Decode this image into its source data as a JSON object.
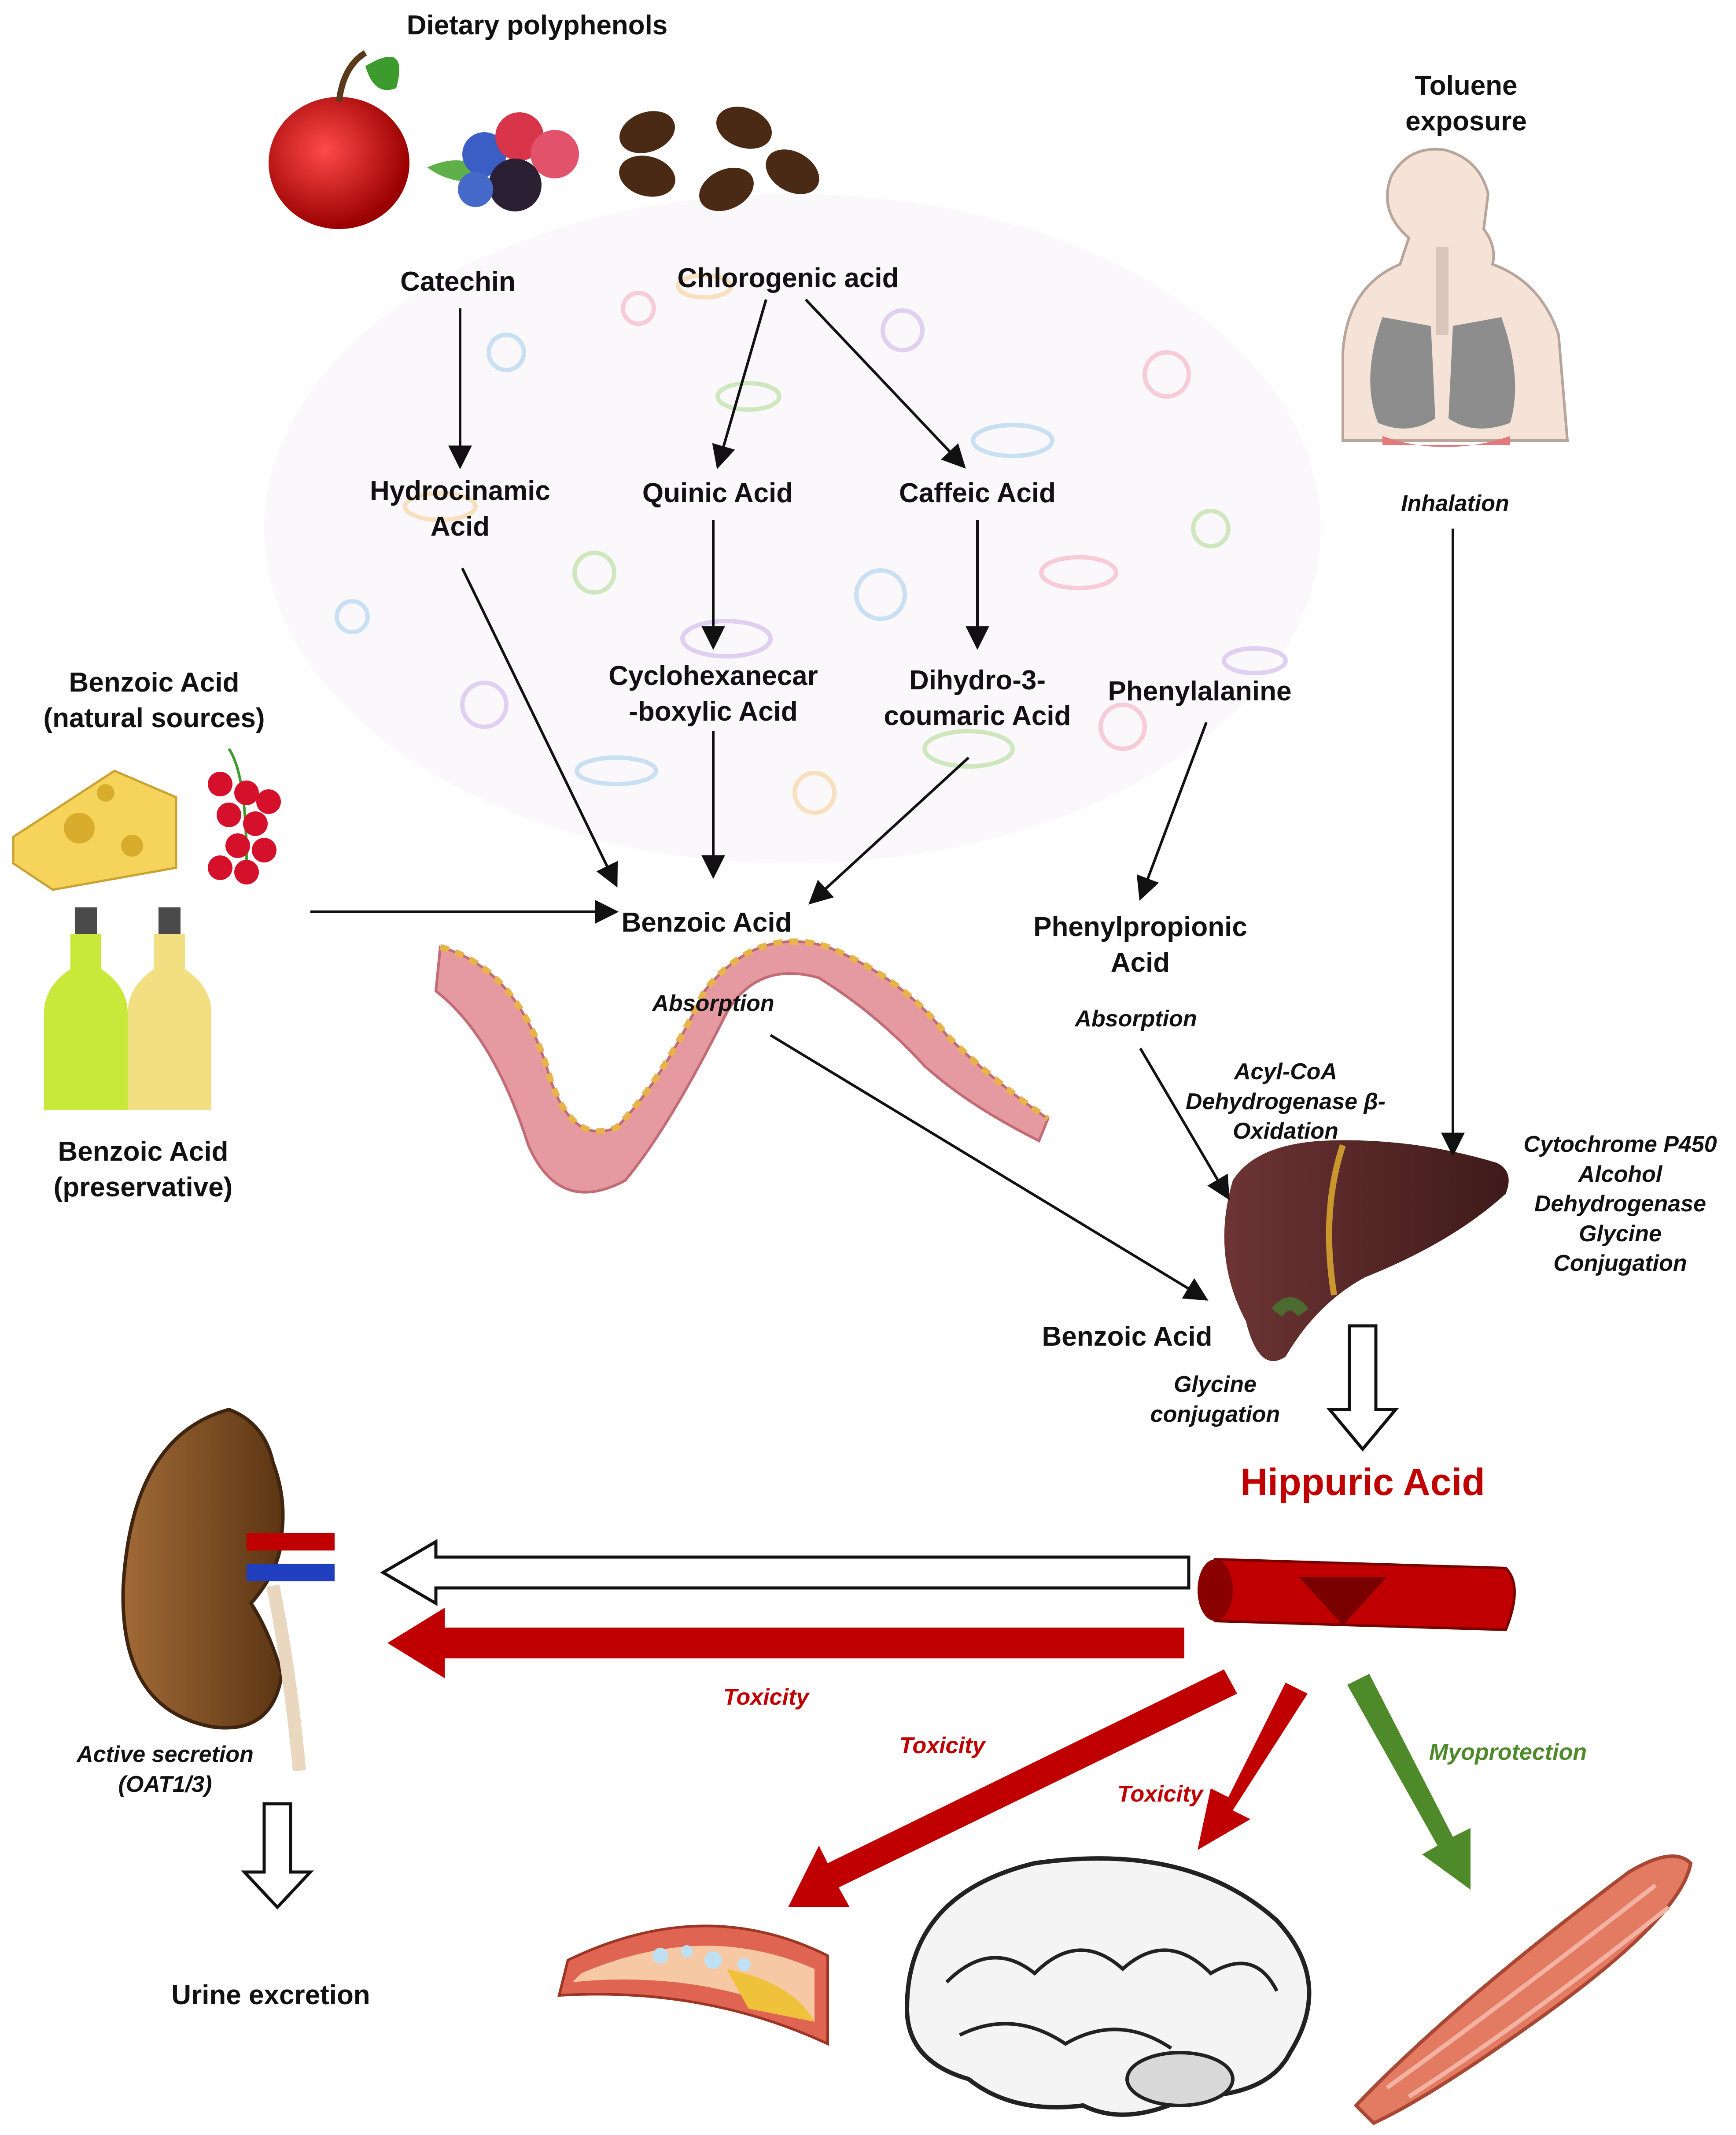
{
  "labels": {
    "dietary_polyphenols": "Dietary polyphenols",
    "toluene_exposure": [
      "Toluene",
      "exposure"
    ],
    "catechin": "Catechin",
    "chlorogenic_acid": "Chlorogenic acid",
    "hydrocinamic_acid": [
      "Hydrocinamic",
      "Acid"
    ],
    "quinic_acid": "Quinic Acid",
    "caffeic_acid": "Caffeic Acid",
    "inhalation": "Inhalation",
    "benzoic_natural": [
      "Benzoic Acid",
      "(natural sources)"
    ],
    "cyclohexanecarboxylic_acid": [
      "Cyclohexanecar",
      "-boxylic Acid"
    ],
    "dihydrocoumaric_acid": [
      "Dihydro-3-",
      "coumaric Acid"
    ],
    "phenylalanine": "Phenylalanine",
    "benzoic_acid_gut": "Benzoic Acid",
    "phenylpropionic_acid": [
      "Phenylpropionic",
      "Acid"
    ],
    "absorption_gut": "Absorption",
    "absorption_pp": "Absorption",
    "acyl_coa": [
      "Acyl-CoA",
      "Dehydrogenase β-",
      "Oxidation"
    ],
    "cytochrome": [
      "Cytochrome P450",
      "Alcohol",
      "Dehydrogenase",
      "Glycine",
      "Conjugation"
    ],
    "benzoic_preservative": [
      "Benzoic Acid",
      "(preservative)"
    ],
    "benzoic_acid_liver": "Benzoic Acid",
    "glycine_conjugation": [
      "Glycine",
      "conjugation"
    ],
    "hippuric_acid": "Hippuric Acid",
    "toxicity_kidney": "Toxicity",
    "toxicity_vessel": "Toxicity",
    "toxicity_brain": "Toxicity",
    "myoprotection": "Myoprotection",
    "active_secretion": [
      "Active secretion",
      "(OAT1/3)"
    ],
    "urine_excretion": "Urine excretion"
  },
  "colors": {
    "toxicity_arrow": "#c00000",
    "myoprotection_arrow": "#4f8a2a",
    "hippuric_text": "#c00000",
    "kidney": "#8b5a2b",
    "liver": "#5a2a2a",
    "intestine": "#e59aa2",
    "vein": "#c00000",
    "artery": "#1f3fbf"
  },
  "icons": [
    "apple-icon",
    "berries-icon",
    "coffee-beans-icon",
    "human-lungs-icon",
    "microbe-cloud",
    "cheese-icon",
    "redcurrant-icon",
    "bottle-icon",
    "intestine-icon",
    "liver-icon",
    "kidney-icon",
    "blood-vessel-icon",
    "artery-plaque-icon",
    "brain-icon",
    "muscle-icon"
  ]
}
